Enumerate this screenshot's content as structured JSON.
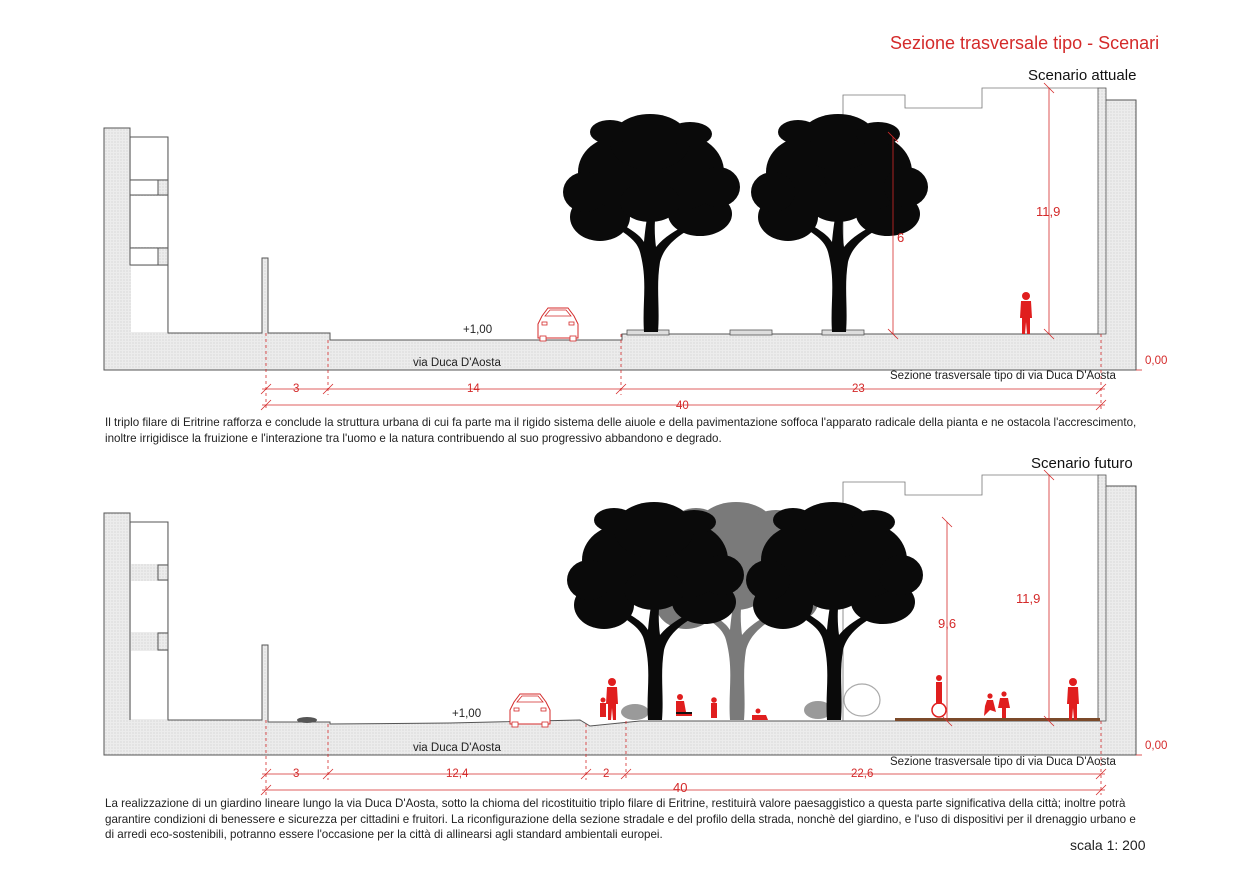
{
  "title": "Sezione trasversale tipo - Scenari",
  "scale": "scala 1: 200",
  "colors": {
    "accent": "#d42a2a",
    "ground": "#e8e8e8",
    "tree": "#0a0a0a",
    "tree_future": "#7a7a7a",
    "soil": "#7b4a2a"
  },
  "sections": [
    {
      "name": "Scenario attuale",
      "street": "via Duca D'Aosta",
      "elevation": "+1,00",
      "zero": "0,00",
      "caption": "Sezione trasversale tipo di via Duca D'Aosta",
      "tree_height": "6",
      "building_height": "11,9",
      "dims": [
        "3",
        "14",
        "23"
      ],
      "total": "40",
      "text": "Il triplo filare di Eritrine rafforza e conclude la struttura urbana di cui fa parte ma il rigido sistema delle aiuole e della pavimentazione soffoca l'apparato radicale della pianta e ne ostacola l'accrescimento, inoltre irrigidisce la fruizione e l'interazione tra l'uomo e la natura contribuendo al suo progressivo abbandono e degrado."
    },
    {
      "name": "Scenario futuro",
      "street": "via Duca D'Aosta",
      "elevation": "+1,00",
      "zero": "0,00",
      "caption": "Sezione trasversale tipo di via Duca D'Aosta",
      "tree_height": "9,6",
      "building_height": "11,9",
      "dims": [
        "3",
        "12,4",
        "2",
        "22,6"
      ],
      "total": "40",
      "text": "La realizzazione di un giardino lineare lungo la via Duca D'Aosta, sotto la chioma del ricostituitio triplo filare di Eritrine, restituirà valore paesaggistico a questa parte significativa della città; inoltre potrà garantire condizioni di benessere e sicurezza per cittadini e fruitori. La riconfigurazione della sezione stradale e del profilo della strada, nonchè del giardino, e l'uso di dispositivi per il drenaggio urbano e di arredi eco-sostenibili, potranno essere l'occasione per la città di allinearsi agli standard ambientali europei."
    }
  ]
}
